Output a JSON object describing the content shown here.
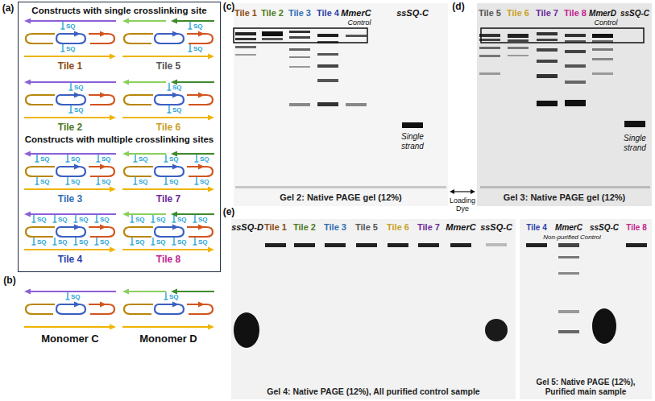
{
  "diagram": {
    "nodes": [
      {
        "text": [
          "Constructs with single crosslinking site",
          "Constructs with multiple crosslinking sites"
        ]
      },
      {
        "text": [
          "Gel 2: Native PAGE gel (12%)"
        ]
      },
      {
        "text": [
          "Gel 3: Native PAGE gel (12%)"
        ]
      },
      {
        "text": [
          "Gel 4: Native PAGE (12%), All purified control sample"
        ]
      },
      {
        "text": [
          "Gel 5: Native PAGE (12%), Purified main sample"
        ]
      }
    ],
    "labels": [
      "(a)",
      "Tile 1",
      "Tile 5",
      "Tile 2",
      "Tile 6",
      "Tile 3",
      "Tile 7",
      "Tile 4",
      "Tile 8",
      "(b)",
      "Monomer C",
      "Monomer D",
      "(c)",
      "Tile 1",
      "Tile 2",
      "Tile 3",
      "Tile 4",
      "MmerC",
      "ssSQ-C",
      "Control",
      "Single strand",
      "Loading Dye",
      "(d)",
      "Tile 5",
      "Tile 6",
      "Tile 7",
      "Tile 8",
      "MmerD",
      "ssSQ-C",
      "Control",
      "Single strand",
      "(e)",
      "ssSQ-D",
      "Tile 1",
      "Tile 2",
      "Tile 3",
      "Tile 5",
      "Tile 6",
      "Tile 7",
      "MmerC",
      "ssSQ-C",
      "Tile 4",
      "MmerC",
      "Non-purified Control",
      "ssSQ-C",
      "Tile 8",
      "SQ",
      "SQ",
      "SQ",
      "SQ",
      "SQ",
      "SQ",
      "SQ",
      "SQ",
      "SQ",
      "SQ",
      "SQ",
      "SQ",
      "SQ",
      "SQ",
      "SQ",
      "SQ",
      "SQ",
      "SQ",
      "SQ",
      "SQ",
      "SQ",
      "SQ",
      "SQ",
      "SQ",
      "SQ",
      "SQ",
      "SQ",
      "SQ",
      "SQ",
      "SQ",
      "SQ",
      "SQ",
      "SQ",
      "SQ",
      "SQ",
      "SQ",
      "SQ",
      "SQ"
    ]
  }
}
